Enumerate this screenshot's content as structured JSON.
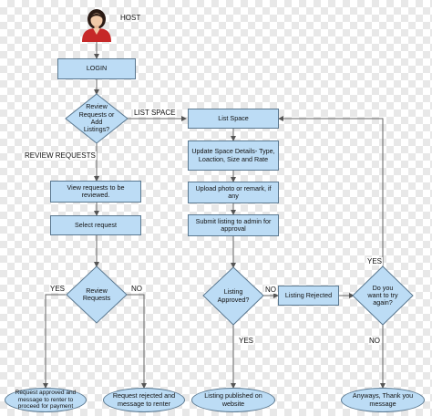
{
  "colors": {
    "fill": "#bcdcf5",
    "stroke": "#5a7890",
    "line": "#666666"
  },
  "host": {
    "label": "HOST",
    "icon": "person-icon"
  },
  "nodes": {
    "login": "LOGIN",
    "review_or_add": "Review Requests or Add Listings?",
    "view_requests": "View requests to be reviewed.",
    "select_request": "Select request",
    "review_requests": "Review Requests",
    "request_approved": "Request approved and message to renter to proceed for payment",
    "request_rejected": "Request rejected and message to renter",
    "list_space": "List Space",
    "update_space": "Update Space Details- Type, Loaction, Size and Rate",
    "upload_photo": "Upload photo or remark, if any",
    "submit_listing": "Submit listing to admin for approval",
    "listing_approved": "Listing Approved?",
    "listing_rejected": "Listing Rejected",
    "listing_published": "Listing published on website",
    "try_again": "Do you want to try again?",
    "thank_you": "Anyways, Thank you message"
  },
  "labels": {
    "list_space_branch": "LIST SPACE",
    "review_requests_branch": "REVIEW REQUESTS",
    "review_yes": "YES",
    "review_no": "NO",
    "approved_no": "NO",
    "approved_yes": "YES",
    "try_yes": "YES",
    "try_no": "NO"
  }
}
